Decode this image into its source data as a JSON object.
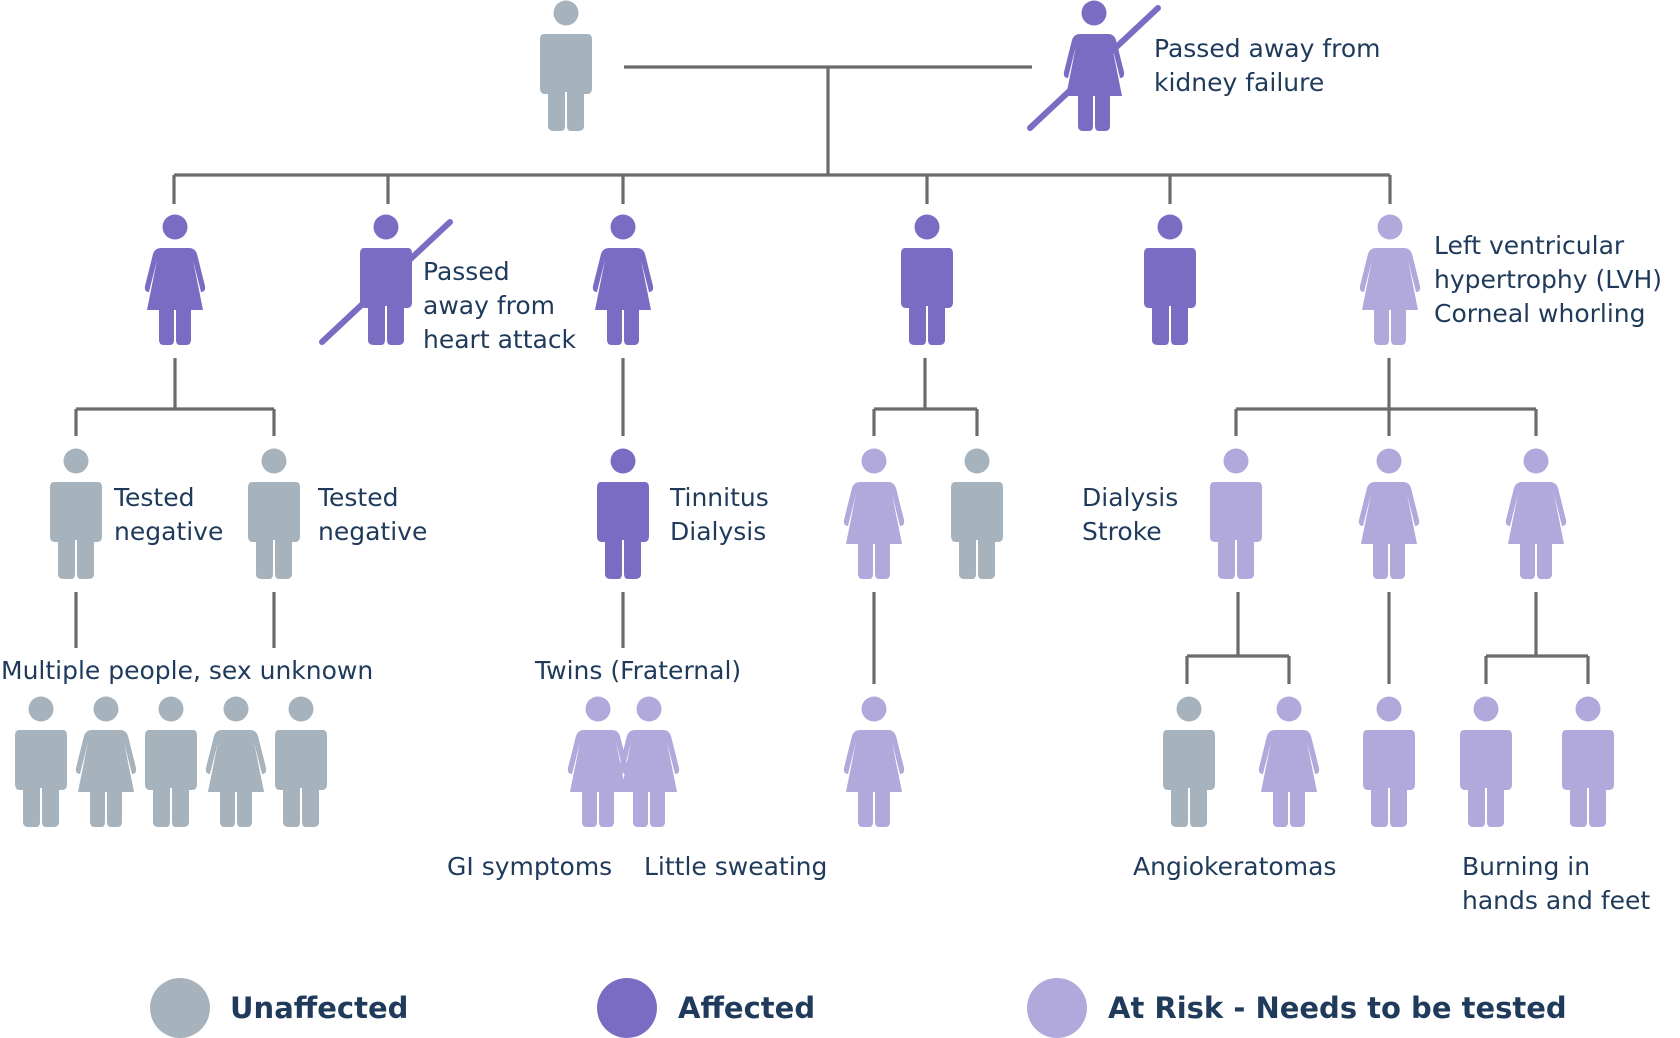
{
  "colors": {
    "unaffected": "#a6b2bc",
    "affected": "#7b6cc3",
    "at_risk": "#b1a8dc",
    "lines": "#6b6b6b",
    "text": "#1f3a5a"
  },
  "legend": {
    "unaffected": "Unaffected",
    "affected": "Affected",
    "at_risk": "At Risk - Needs to be tested"
  },
  "gen1": {
    "grandmother_note_line1": "Passed away from",
    "grandmother_note_line2": "kidney failure"
  },
  "gen2": {
    "child2_note_line1": "Passed",
    "child2_note_line2": "away from",
    "child2_note_line3": "heart attack",
    "child6_note_line1": "Left ventricular",
    "child6_note_line2": "hypertrophy (LVH)",
    "child6_note_line3": "Corneal whorling"
  },
  "gen3": {
    "tested1_line1": "Tested",
    "tested1_line2": "negative",
    "tested2_line1": "Tested",
    "tested2_line2": "negative",
    "tinnitus_line1": "Tinnitus",
    "tinnitus_line2": "Dialysis",
    "dialysis_line1": "Dialysis",
    "dialysis_line2": "Stroke"
  },
  "gen4": {
    "multiple_people": "Multiple people, sex unknown",
    "twins": "Twins (Fraternal)",
    "gi_symptoms": "GI symptoms",
    "little_sweating": "Little sweating",
    "angiokeratomas": "Angiokeratomas",
    "burning_line1": "Burning in",
    "burning_line2": "hands and feet"
  },
  "people": [
    {
      "id": "g1-grandfather",
      "sex": "male",
      "status": "unaffected",
      "deceased": false
    },
    {
      "id": "g1-grandmother",
      "sex": "female",
      "status": "affected",
      "deceased": true
    },
    {
      "id": "g2-child1",
      "sex": "female",
      "status": "affected",
      "deceased": false
    },
    {
      "id": "g2-child2",
      "sex": "male",
      "status": "affected",
      "deceased": true
    },
    {
      "id": "g2-child3",
      "sex": "female",
      "status": "affected",
      "deceased": false
    },
    {
      "id": "g2-child4",
      "sex": "male",
      "status": "affected",
      "deceased": false
    },
    {
      "id": "g2-child5",
      "sex": "male",
      "status": "affected",
      "deceased": false
    },
    {
      "id": "g2-child6",
      "sex": "female",
      "status": "at_risk",
      "deceased": false
    },
    {
      "id": "g3-a1",
      "sex": "male",
      "status": "unaffected",
      "deceased": false
    },
    {
      "id": "g3-a2",
      "sex": "male",
      "status": "unaffected",
      "deceased": false
    },
    {
      "id": "g3-b1",
      "sex": "male",
      "status": "affected",
      "deceased": false
    },
    {
      "id": "g3-c1",
      "sex": "female",
      "status": "at_risk",
      "deceased": false
    },
    {
      "id": "g3-c2",
      "sex": "male",
      "status": "unaffected",
      "deceased": false
    },
    {
      "id": "g3-d1",
      "sex": "male",
      "status": "at_risk",
      "deceased": false
    },
    {
      "id": "g3-d2",
      "sex": "female",
      "status": "at_risk",
      "deceased": false
    },
    {
      "id": "g3-d3",
      "sex": "female",
      "status": "at_risk",
      "deceased": false
    },
    {
      "id": "g4-m1",
      "sex": "male",
      "status": "unaffected",
      "deceased": false
    },
    {
      "id": "g4-m2",
      "sex": "female",
      "status": "unaffected",
      "deceased": false
    },
    {
      "id": "g4-m3",
      "sex": "male",
      "status": "unaffected",
      "deceased": false
    },
    {
      "id": "g4-m4",
      "sex": "female",
      "status": "unaffected",
      "deceased": false
    },
    {
      "id": "g4-m5",
      "sex": "male",
      "status": "unaffected",
      "deceased": false
    },
    {
      "id": "g4-twin1",
      "sex": "female",
      "status": "at_risk",
      "deceased": false
    },
    {
      "id": "g4-twin2",
      "sex": "female",
      "status": "at_risk",
      "deceased": false
    },
    {
      "id": "g4-c1child",
      "sex": "female",
      "status": "at_risk",
      "deceased": false
    },
    {
      "id": "g4-d1a",
      "sex": "male",
      "status": "unaffected",
      "deceased": false
    },
    {
      "id": "g4-d1b",
      "sex": "female",
      "status": "at_risk",
      "deceased": false
    },
    {
      "id": "g4-d2a",
      "sex": "male",
      "status": "at_risk",
      "deceased": false
    },
    {
      "id": "g4-d3a",
      "sex": "male",
      "status": "at_risk",
      "deceased": false
    },
    {
      "id": "g4-d3b",
      "sex": "male",
      "status": "at_risk",
      "deceased": false
    }
  ]
}
